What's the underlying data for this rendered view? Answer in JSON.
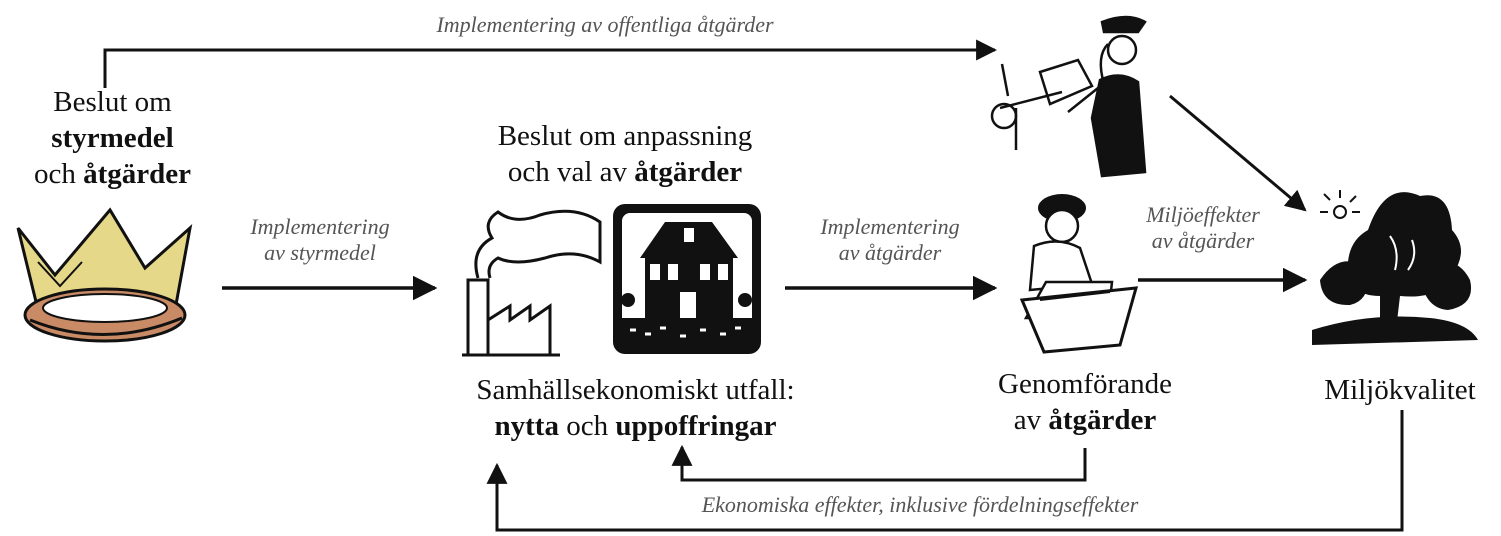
{
  "labels": {
    "beslut_styrmedel": {
      "line1": "Beslut om",
      "line2": "styrmedel",
      "line3_pre": "och ",
      "line3_bold": "åtgärder"
    },
    "beslut_anpassning": {
      "line1": "Beslut om anpassning",
      "line2_pre": "och val av ",
      "line2_bold": "åtgärder"
    },
    "utfall": {
      "line1": "Samhällsekonomiskt utfall:",
      "line2_bold_a": "nytta",
      "line2_mid": " och ",
      "line2_bold_b": "uppoffringar"
    },
    "genomforande": {
      "line1": "Genomförande",
      "line2_pre": "av ",
      "line2_bold": "åtgärder"
    },
    "miljokvalitet": "Miljökvalitet"
  },
  "arrows": {
    "offentliga": "Implementering av offentliga åtgärder",
    "styrmedel": {
      "line1": "Implementering",
      "line2": "av styrmedel"
    },
    "atgarder": {
      "line1": "Implementering",
      "line2": "av åtgärder"
    },
    "miljoeffekter": {
      "line1": "Miljöeffekter",
      "line2": "av åtgärder"
    },
    "ekonomiska": "Ekonomiska effekter, inklusive fördelningseffekter"
  }
}
